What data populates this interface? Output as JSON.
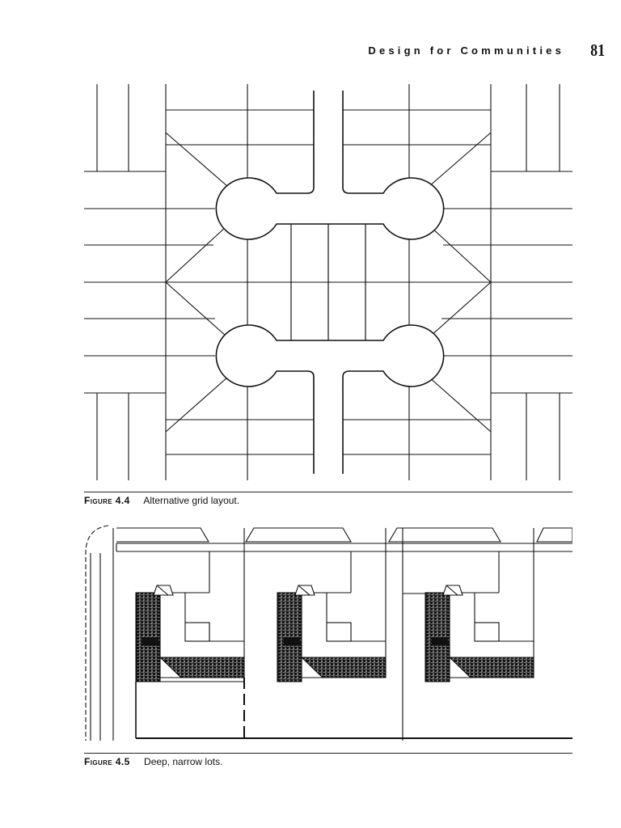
{
  "header": {
    "book_title": "Design for Communities",
    "page_number": "81"
  },
  "figures": [
    {
      "label": "Figure 4.4",
      "caption": "Alternative grid layout."
    },
    {
      "label": "Figure 4.5",
      "caption": "Deep, narrow lots."
    }
  ]
}
